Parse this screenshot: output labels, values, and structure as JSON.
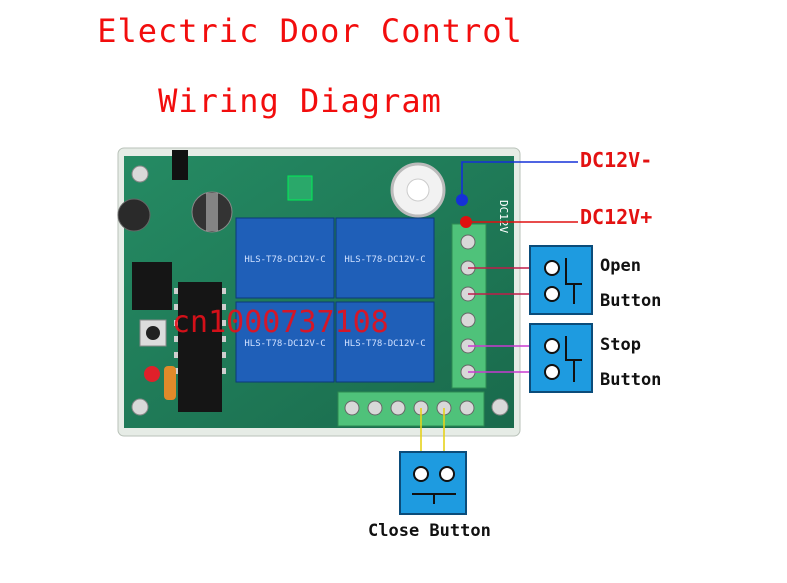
{
  "title": {
    "line1": "Electric Door Control",
    "line2": "Wiring Diagram"
  },
  "power": {
    "negative": "DC12V-",
    "positive": "DC12V+"
  },
  "buttons": {
    "open": {
      "line1": "Open",
      "line2": "Button"
    },
    "stop": {
      "line1": "Stop",
      "line2": "Button"
    },
    "close": "Close Button"
  },
  "board": {
    "watermark": "cn1000737108",
    "relay_labels": [
      "HLS-T78-DC12V-C",
      "HLS-T78-DC12V-C",
      "HLS-T78-DC12V-C",
      "HLS-T78-DC12V-C"
    ],
    "terminal_label": "DC12V"
  },
  "colors": {
    "title": "#f20d0d",
    "board": "#1f7a58",
    "relay": "#1f5fb8",
    "terminal": "#4fc27a",
    "button_box": "#1e9be0",
    "wire_neg": "#1530d8",
    "wire_pos": "#e01010",
    "wire_open": "#c01c4a",
    "wire_stop": "#c83ad0",
    "wire_close": "#e6d21a"
  }
}
